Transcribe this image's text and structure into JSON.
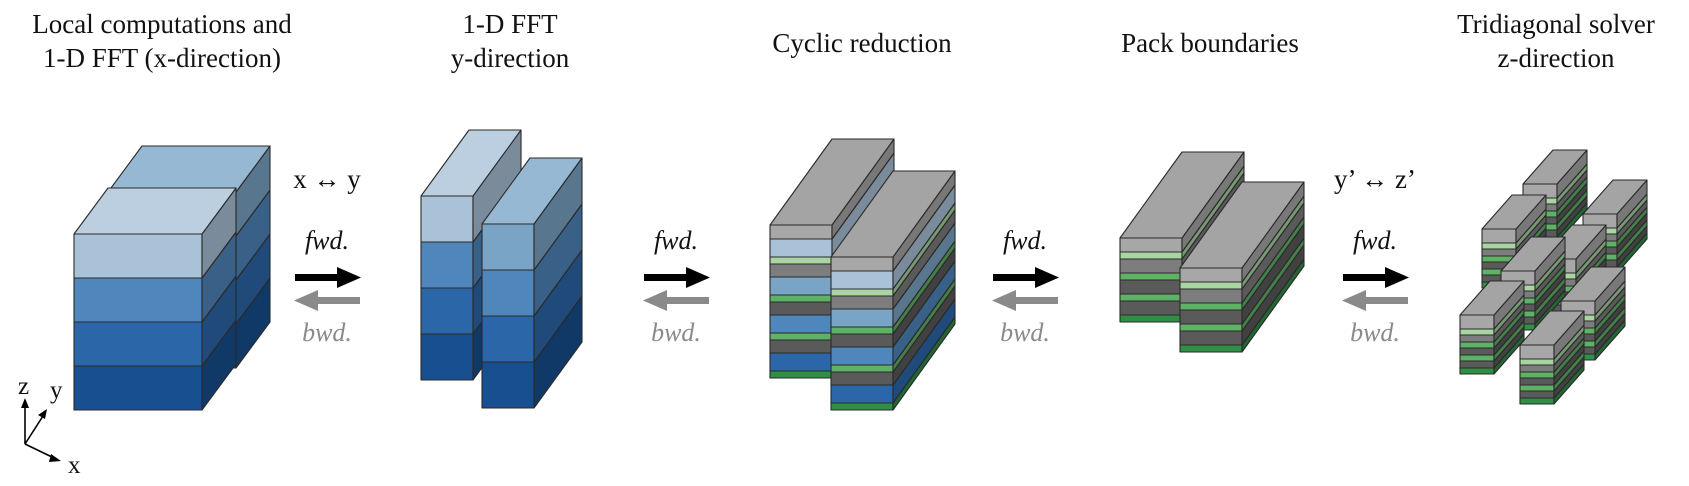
{
  "stages": [
    {
      "title_lines": [
        "Local computations and",
        "1-D FFT (x-direction)"
      ]
    },
    {
      "title_lines": [
        "1-D FFT",
        "y-direction"
      ]
    },
    {
      "title_lines": [
        "Cyclic reduction"
      ]
    },
    {
      "title_lines": [
        "Pack boundaries"
      ]
    },
    {
      "title_lines": [
        "Tridiagonal solver",
        "z-direction"
      ]
    }
  ],
  "transitions": [
    {
      "op": "x ↔ y",
      "fwd": "fwd.",
      "bwd": "bwd."
    },
    {
      "op": "",
      "fwd": "fwd.",
      "bwd": "bwd."
    },
    {
      "op": "",
      "fwd": "fwd.",
      "bwd": "bwd."
    },
    {
      "op": "y’ ↔ z’",
      "fwd": "fwd.",
      "bwd": "bwd."
    }
  ],
  "axes": {
    "z": "z",
    "y": "y",
    "x": "x"
  },
  "colors": {
    "blue_top": "#a9c2d7",
    "blue_1": "#7aa4c5",
    "blue_2": "#4f86bb",
    "blue_3": "#2b67a8",
    "blue_4": "#184f91",
    "gray_top": "#a7a7a7",
    "gray_mid": "#7d7d7d",
    "gray_dark": "#5a5a5a",
    "green_light": "#a8d5a2",
    "green_mid": "#5fb165",
    "green_dark": "#2e8f45",
    "fwd_arrow": "#000000",
    "bwd_arrow": "#8a8a8a"
  }
}
